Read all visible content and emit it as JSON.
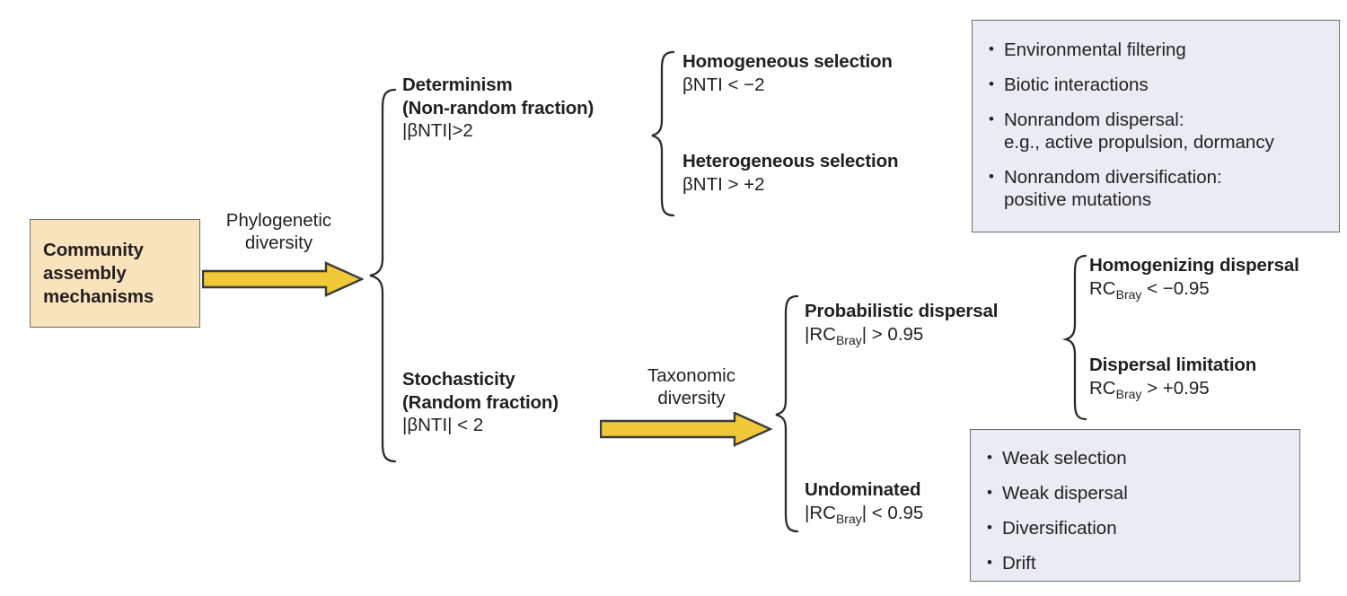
{
  "diagram": {
    "title_hidden": "Community assembly mechanisms framework",
    "root": {
      "label": "Community\nassembly\nmechanisms",
      "fill": "#f8e3bd",
      "border": "#6e6e6e"
    },
    "arrows": [
      {
        "name": "phylogenetic-diversity-arrow",
        "caption": "Phylogenetic\ndiversity",
        "color": "#f0c838",
        "outline": "#3b3b3b"
      },
      {
        "name": "taxonomic-diversity-arrow",
        "caption": "Taxonomic\ndiversity",
        "color": "#f0c838",
        "outline": "#3b3b3b"
      }
    ],
    "branches": {
      "determinism": {
        "title": "Determinism\n(Non-random fraction)",
        "criterion": "|βNTI|>2",
        "children": [
          {
            "title": "Homogeneous selection",
            "criterion": "βNTI < −2"
          },
          {
            "title": "Heterogeneous selection",
            "criterion": "βNTI > +2"
          }
        ]
      },
      "stochasticity": {
        "title": "Stochasticity\n(Random fraction)",
        "criterion": "|βNTI| < 2",
        "children": [
          {
            "title": "Probabilistic dispersal",
            "criterion_prefix": "|RC",
            "criterion_sub": "Bray",
            "criterion_suffix": "| > 0.95",
            "children": [
              {
                "title": "Homogenizing dispersal",
                "criterion_prefix": "RC",
                "criterion_sub": "Bray",
                "criterion_suffix": " < −0.95"
              },
              {
                "title": "Dispersal limitation",
                "criterion_prefix": "RC",
                "criterion_sub": "Bray",
                "criterion_suffix": " > +0.95"
              }
            ]
          },
          {
            "title": "Undominated",
            "criterion_prefix": "|RC",
            "criterion_sub": "Bray",
            "criterion_suffix": "| < 0.95"
          }
        ]
      }
    },
    "panels": [
      {
        "name": "determinism-processes-panel",
        "fill": "#e9ecf3",
        "border": "#6e6e6e",
        "items": [
          "Environmental filtering",
          "Biotic interactions",
          "Nonrandom dispersal:\ne.g., active propulsion, dormancy",
          "Nonrandom diversification:\npositive mutations"
        ]
      },
      {
        "name": "undominated-processes-panel",
        "fill": "#e9ecf3",
        "border": "#6e6e6e",
        "items": [
          "Weak selection",
          "Weak dispersal",
          "Diversification",
          "Drift"
        ]
      }
    ]
  }
}
